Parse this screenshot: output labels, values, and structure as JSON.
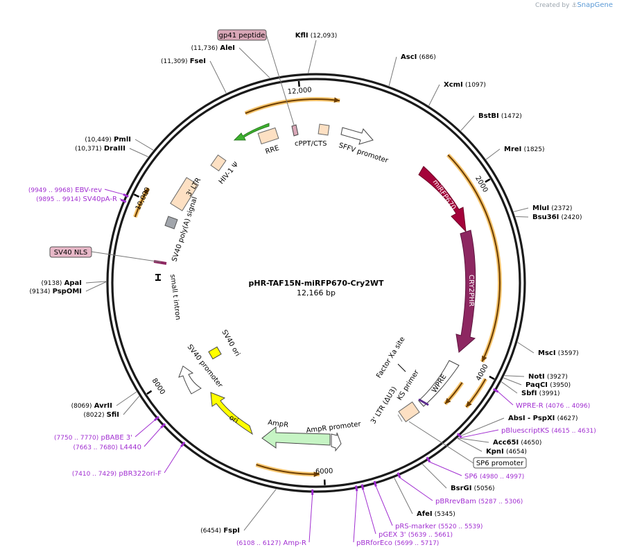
{
  "header": {
    "credit_prefix": "Created by",
    "credit_brand": "SnapGene"
  },
  "plasmid": {
    "name": "pHR-TAF15N-miRFP670-Cry2WT",
    "size": "12,166 bp",
    "total_bp": 12166
  },
  "colors": {
    "enzyme": "#000000",
    "primer": "#a12ed1",
    "backbone": "#1a1a1a",
    "arrow": "#6b3c00",
    "arrow_glow": "#f6c56e",
    "mirfp": "#a4023a",
    "cry2": "#8d2761",
    "hiv": "#3db22f",
    "ampr": "#c6f4c4",
    "ori": "#ffff00",
    "feature_peach": "#fde0c3",
    "sv40nls": "#e8b8c8",
    "gp41": "#d9a7b7",
    "grey_box": "#a1a5ab"
  },
  "ticks": [
    {
      "label": "2000",
      "pos": 2000
    },
    {
      "label": "4000",
      "pos": 4000
    },
    {
      "label": "6000",
      "pos": 6000
    },
    {
      "label": "8000",
      "pos": 8000
    },
    {
      "label": "10,000",
      "pos": 10000
    },
    {
      "label": "12,000",
      "pos": 12000
    }
  ],
  "enzymes": [
    {
      "name": "KflI",
      "coord": "(12,093)",
      "pos": 12093
    },
    {
      "name": "AscI",
      "coord": "(686)",
      "pos": 686
    },
    {
      "name": "XcmI",
      "coord": "(1097)",
      "pos": 1097
    },
    {
      "name": "BstBI",
      "coord": "(1472)",
      "pos": 1472
    },
    {
      "name": "MreI",
      "coord": "(1825)",
      "pos": 1825
    },
    {
      "name": "MluI",
      "coord": "(2372)",
      "pos": 2372
    },
    {
      "name": "Bsu36I",
      "coord": "(2420)",
      "pos": 2420
    },
    {
      "name": "MscI",
      "coord": "(3597)",
      "pos": 3597
    },
    {
      "name": "NotI",
      "coord": "(3927)",
      "pos": 3927
    },
    {
      "name": "PaqCI",
      "coord": "(3950)",
      "pos": 3950
    },
    {
      "name": "SbfI",
      "coord": "(3991)",
      "pos": 3991
    },
    {
      "name": "AbsI - PspXI",
      "coord": "(4627)",
      "pos": 4627
    },
    {
      "name": "Acc65I",
      "coord": "(4650)",
      "pos": 4650
    },
    {
      "name": "KpnI",
      "coord": "(4654)",
      "pos": 4654
    },
    {
      "name": "BsrGI",
      "coord": "(5056)",
      "pos": 5056
    },
    {
      "name": "AfeI",
      "coord": "(5345)",
      "pos": 5345
    },
    {
      "name": "FspI",
      "coord": "(6454)",
      "pos": 6454
    },
    {
      "name": "SfiI",
      "coord": "(8022)",
      "pos": 8022
    },
    {
      "name": "AvrII",
      "coord": "(8069)",
      "pos": 8069
    },
    {
      "name": "PspOMI",
      "coord": "(9134)",
      "pos": 9134
    },
    {
      "name": "ApaI",
      "coord": "(9138)",
      "pos": 9138
    },
    {
      "name": "DraIII",
      "coord": "(10,371)",
      "pos": 10371
    },
    {
      "name": "PmlI",
      "coord": "(10,449)",
      "pos": 10449
    },
    {
      "name": "FseI",
      "coord": "(11,309)",
      "pos": 11309
    },
    {
      "name": "AleI",
      "coord": "(11,736)",
      "pos": 11736
    }
  ],
  "primers": [
    {
      "name": "WPRE-R",
      "coord": "(4076 .. 4096)",
      "pos": 4086
    },
    {
      "name": "pBluescriptKS",
      "coord": "(4615 .. 4631)",
      "pos": 4623
    },
    {
      "name": "SP6",
      "coord": "(4980 .. 4997)",
      "pos": 4988
    },
    {
      "name": "pBRrevBam",
      "coord": "(5287 .. 5306)",
      "pos": 5296
    },
    {
      "name": "pRS-marker",
      "coord": "(5520 .. 5539)",
      "pos": 5529
    },
    {
      "name": "pGEX 3'",
      "coord": "(5639 .. 5661)",
      "pos": 5650
    },
    {
      "name": "pBRforEco",
      "coord": "(5699 .. 5717)",
      "pos": 5708
    },
    {
      "name": "Amp-R",
      "coord": "(6108 .. 6127)",
      "pos": 6117
    },
    {
      "name": "pBR322ori-F",
      "coord": "(7410 .. 7429)",
      "pos": 7419
    },
    {
      "name": "L4440",
      "coord": "(7663 .. 7680)",
      "pos": 7671
    },
    {
      "name": "pBABE 3'",
      "coord": "(7750 .. 7770)",
      "pos": 7760
    },
    {
      "name": "SV40pA-R",
      "coord": "(9895 .. 9914)",
      "pos": 9904
    },
    {
      "name": "EBV-rev",
      "coord": "(9949 .. 9968)",
      "pos": 9958
    }
  ],
  "boxed_labels": [
    {
      "name": "gp41 peptide"
    },
    {
      "name": "SP6 promoter"
    },
    {
      "name": "SV40 NLS"
    }
  ],
  "features": {
    "mirfp": "miRFP670",
    "cry2": "CRY2PHR",
    "sffv": "SFFV promoter",
    "cppt": "cPPT/CTS",
    "rre": "RRE",
    "hiv_psi": "HIV-1 Ψ",
    "ltr3": "3' LTR",
    "sv40_polya": "SV40 poly(A) signal",
    "small_t": "small t intron",
    "sv40_ori": "SV40 ori",
    "sv40_promoter": "SV40 promoter",
    "ori": "ori",
    "ampr": "AmpR",
    "ampr_promoter": "AmpR promoter",
    "ltr3_du3": "3' LTR (ΔU3)",
    "ks_primer": "KS primer",
    "wpre": "WPRE",
    "factor_xa": "Factor Xa site"
  }
}
